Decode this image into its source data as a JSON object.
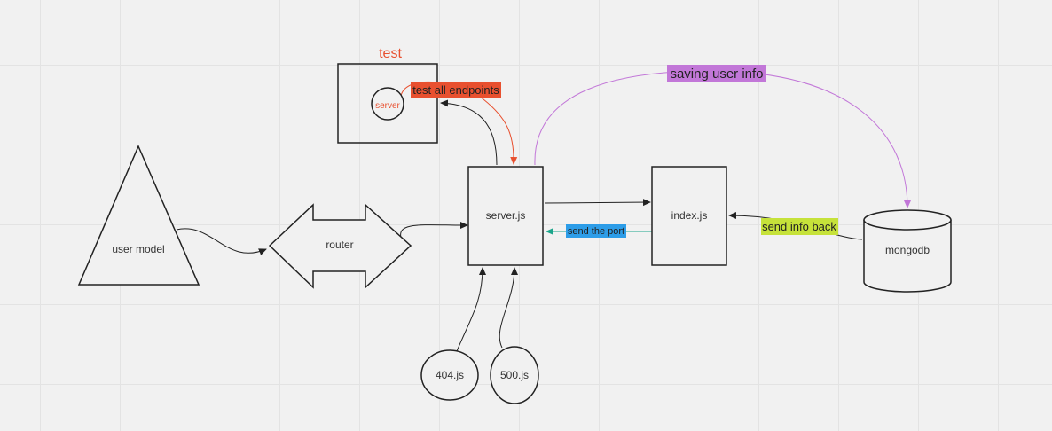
{
  "colors": {
    "background": "#f1f1f1",
    "stroke": "#222222",
    "red": "#e8502f",
    "purple": "#c277d8",
    "teal": "#1aa58a",
    "blue_tag": "#2d9de8",
    "lime_tag": "#c6e23a",
    "purple_tag": "#c277d8",
    "red_tag": "#e8502f"
  },
  "frame": {
    "title": "test",
    "inner_label": "server"
  },
  "nodes": {
    "user_model": "user model",
    "router": "router",
    "server_js": "server.js",
    "index_js": "index.js",
    "mongodb": "mongodb",
    "err404": "404.js",
    "err500": "500.js"
  },
  "tags": {
    "test_all_endpoints": "test all endpoints",
    "saving_user_info": "saving user info",
    "send_the_port": "send the port",
    "send_info_back": "send info back"
  }
}
